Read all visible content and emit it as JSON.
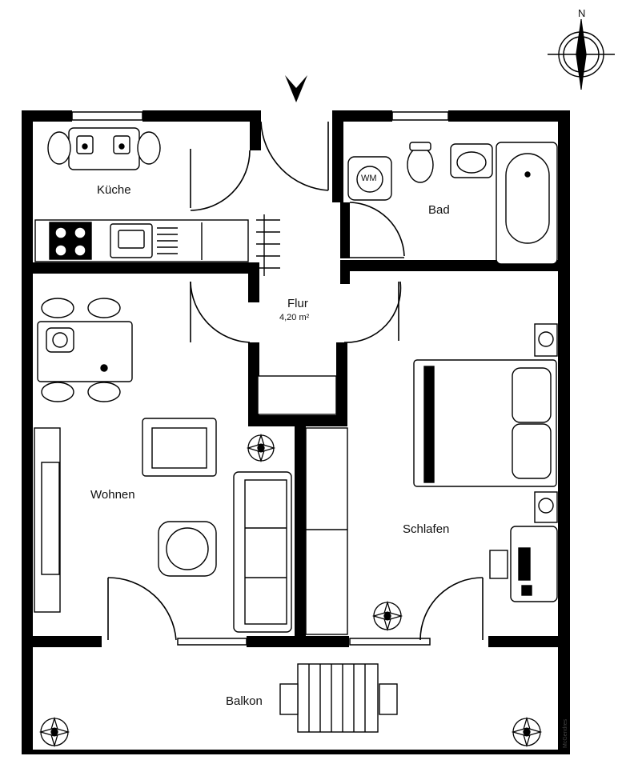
{
  "rooms": {
    "kueche": "Küche",
    "bad": "Bad",
    "flur": "Flur",
    "flur_area": "4,20 m²",
    "wohnen": "Wohnen",
    "schlafen": "Schlafen",
    "balkon": "Balkon"
  },
  "fixtures": {
    "washer": "WM"
  },
  "compass": {
    "north": "N"
  },
  "credit": "McGendres",
  "colors": {
    "wall": "#000000",
    "line": "#000000",
    "background": "#ffffff",
    "furniture_fill": "#ffffff",
    "shade": "#d8d8d8"
  }
}
